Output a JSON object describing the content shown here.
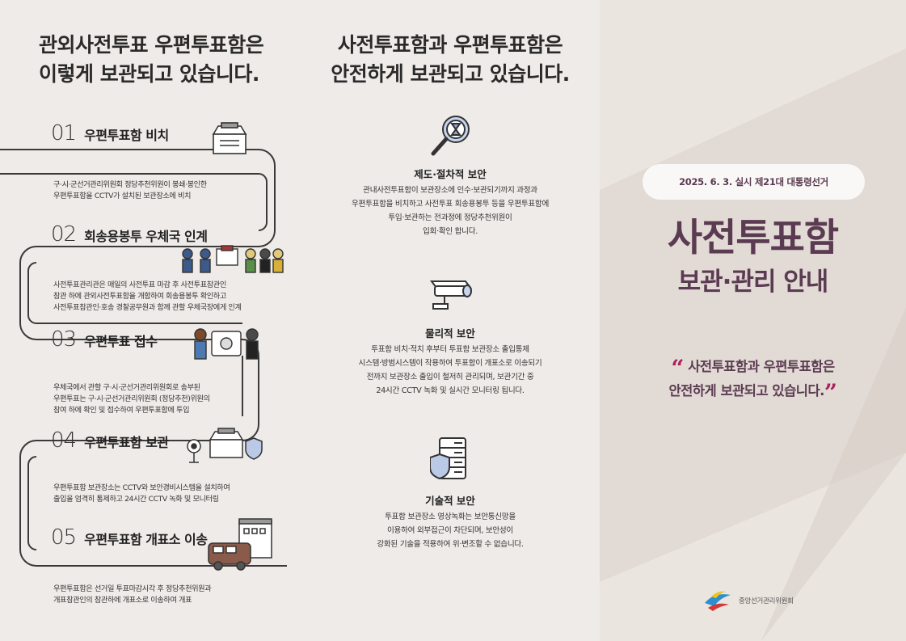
{
  "left": {
    "title_line1": "관외사전투표 우편투표함은",
    "title_line2": "이렇게 보관되고 있습니다.",
    "steps": [
      {
        "num": "01",
        "title": "우편투표함 비치",
        "desc": "구·시·군선거관리위원회 정당추천위원이 봉쇄·봉인한\n우편투표함을 CCTV가 설치된 보관장소에 비치"
      },
      {
        "num": "02",
        "title": "회송용봉투 우체국 인계",
        "desc": "사전투표관리관은 매일의 사전투표 마감 후 사전투표참관인\n참관 하에 관외사전투표함을 개함하여 회송용봉투 확인하고\n사전투표참관인·호송 경찰공무원과 함께 관할 우체국장에게 인계"
      },
      {
        "num": "03",
        "title": "우편투표 접수",
        "desc": "우체국에서 관할 구·시·군선거관리위원회로 송부된\n우편투표는 구·시·군선거관리위원회 (정당추천)위원의\n참여 하에 확인 및 접수하여 우편투표함에 투입"
      },
      {
        "num": "04",
        "title": "우편투표함 보관",
        "desc": "우편투표함 보관장소는 CCTV와 보안경비시스템을 설치하여\n출입을 엄격히 통제하고 24시간 CCTV 녹화 및 모니터링"
      },
      {
        "num": "05",
        "title": "우편투표함 개표소 이송",
        "desc": "우편투표함은 선거일 투표마감시각 후 정당추천위원과\n개표참관인의 참관하에 개표소로 이송하여 개표"
      }
    ]
  },
  "middle": {
    "title_line1": "사전투표함과 우편투표함은",
    "title_line2": "안전하게 보관되고 있습니다.",
    "sections": [
      {
        "heading": "제도·절차적 보안",
        "icon": "magnifier-hourglass-icon",
        "lines": [
          "관내사전투표함이 보관장소에 인수·보관되기까지 과정과",
          "우편투표함을 비치하고 사전투표 회송용봉투 등을 우편투표함에",
          "투입·보관하는 전과정에 정당추천위원이",
          "입회·확인 합니다."
        ]
      },
      {
        "heading": "물리적 보안",
        "icon": "cctv-camera-icon",
        "lines": [
          "투표함 비치·적치 후부터 투표함 보관장소 출입통제",
          "시스템·방범시스템이 작용하여 투표함이 개표소로 이송되기",
          "전까지 보관장소 출입이 철저히 관리되며, 보관기간 중",
          "24시간 CCTV 녹화 및 실시간 모니터링 됩니다."
        ]
      },
      {
        "heading": "기술적 보안",
        "icon": "server-shield-icon",
        "lines": [
          "투표함 보관장소 영상녹화는 보안통신망을",
          "이용하여 외부접근이 차단되며, 보안성이",
          "강화된 기술을 적용하여 위·변조할 수 없습니다."
        ]
      }
    ]
  },
  "right": {
    "date_label": "2025. 6. 3. 실시 제21대 대통령선거",
    "title": "사전투표함",
    "subtitle": "보관·관리 안내",
    "quote_line1": "사전투표함과 우편투표함은",
    "quote_line2": "안전하게 보관되고 있습니다.",
    "quote_open": "“",
    "quote_close": "”",
    "org_name": "중앙선거관리위원회"
  },
  "colors": {
    "background": "#efebe8",
    "right_panel": "#e2dad4",
    "accent": "#5b3b52",
    "quote_mark": "#a8235c"
  }
}
